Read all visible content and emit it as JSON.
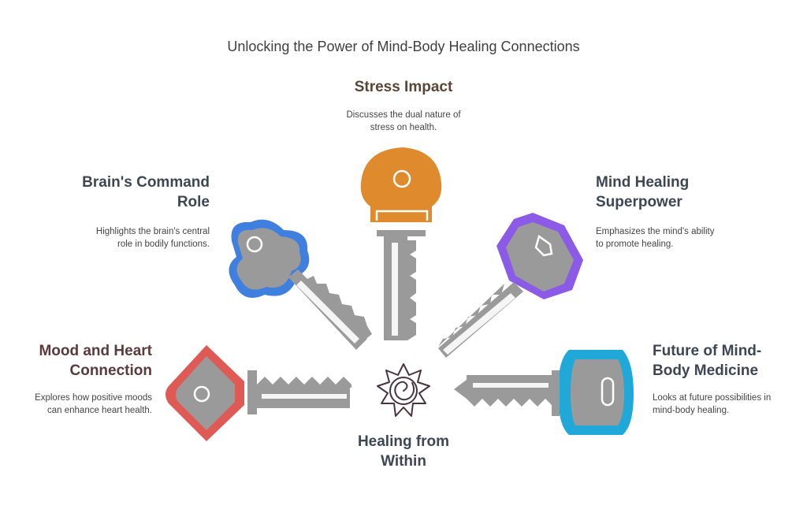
{
  "title": "Unlocking the Power of Mind-Body Healing Connections",
  "center": {
    "line1": "Healing from",
    "line2": "Within",
    "icon": "spiral-sun-icon"
  },
  "colors": {
    "heading_dark": "#3d4654",
    "stress": "#e08a2e",
    "brain": "#3f7fe0",
    "mood": "#e05a55",
    "mind": "#8b5be8",
    "future": "#1fa8d8",
    "key_gray": "#9a9a9a"
  },
  "items": {
    "stress": {
      "heading": "Stress Impact",
      "desc1": "Discusses the dual nature of",
      "desc2": "stress on health."
    },
    "brain": {
      "heading1": "Brain's Command",
      "heading2": "Role",
      "desc1": "Highlights the brain's central",
      "desc2": "role in bodily functions."
    },
    "mind": {
      "heading1": "Mind Healing",
      "heading2": "Superpower",
      "desc1": "Emphasizes the mind's ability",
      "desc2": "to promote healing."
    },
    "mood": {
      "heading1": "Mood and Heart",
      "heading2": "Connection",
      "desc1": "Explores how positive moods",
      "desc2": "can enhance heart health."
    },
    "future": {
      "heading1": "Future of Mind-",
      "heading2": "Body Medicine",
      "desc1": "Looks at future possibilities in",
      "desc2": "mind-body healing."
    }
  }
}
